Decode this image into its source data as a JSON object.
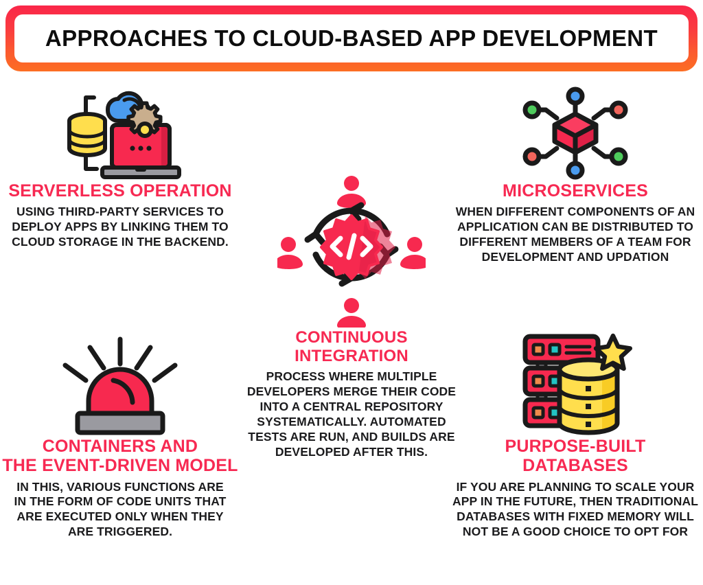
{
  "header": {
    "title": "APPROACHES TO CLOUD-BASED APP DEVELOPMENT",
    "border_gradient_from": "#FA2649",
    "border_gradient_to": "#FC6E23"
  },
  "theme": {
    "accent_pink": "#F72952",
    "body_text": "#1B1B1D",
    "title_text": "#0D0D0D",
    "background": "#FFFFFF",
    "icon_yellow": "#FFDE4D",
    "icon_blue": "#4A9BEE",
    "icon_gray": "#9A9AA0",
    "icon_tan": "#C9AE8D",
    "icon_green": "#4ECB5C",
    "icon_teal": "#23C4C4",
    "icon_orange": "#F08A4B",
    "icon_outline": "#1A1A1A"
  },
  "cards": [
    {
      "id": "serverless",
      "icon": "cloud-database-laptop-icon",
      "title": "SERVERLESS OPERATION",
      "body": "USING THIRD-PARTY SERVICES TO DEPLOY APPS BY LINKING THEM TO CLOUD STORAGE IN THE BACKEND."
    },
    {
      "id": "microservices",
      "icon": "network-cube-nodes-icon",
      "title": "MICROSERVICES",
      "body": "WHEN DIFFERENT COMPONENTS OF AN APPLICATION CAN BE DISTRIBUTED TO DIFFERENT MEMBERS OF A TEAM FOR DEVELOPMENT AND UPDATION"
    },
    {
      "id": "continuous-integration",
      "icon": "code-gear-cycle-users-icon",
      "title_line1": "CONTINUOUS",
      "title_line2": "INTEGRATION",
      "body": "PROCESS WHERE MULTIPLE DEVELOPERS MERGE THEIR CODE INTO A CENTRAL REPOSITORY SYSTEMATICALLY. AUTOMATED TESTS ARE RUN, AND BUILDS ARE DEVELOPED AFTER THIS."
    },
    {
      "id": "containers",
      "icon": "siren-alarm-light-icon",
      "title_line1": "CONTAINERS AND",
      "title_line2": "THE EVENT-DRIVEN MODEL",
      "body": "IN THIS, VARIOUS FUNCTIONS ARE IN THE FORM OF CODE UNITS THAT ARE EXECUTED ONLY WHEN THEY ARE TRIGGERED."
    },
    {
      "id": "purpose-built-databases",
      "icon": "server-rack-database-star-icon",
      "title_line1": "PURPOSE-BUILT",
      "title_line2": "DATABASES",
      "body": "IF YOU ARE PLANNING TO SCALE YOUR APP IN THE FUTURE, THEN TRADITIONAL DATABASES WITH FIXED MEMORY WILL NOT BE A GOOD CHOICE TO OPT FOR"
    }
  ]
}
